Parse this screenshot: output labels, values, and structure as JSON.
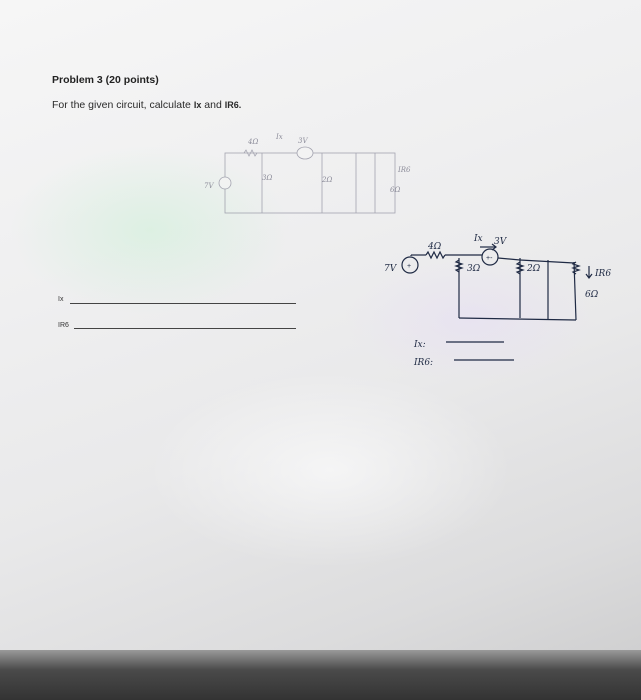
{
  "problem": {
    "title": "Problem 3 (20 points)",
    "question_text": "For the given circuit, calculate",
    "var_ix": "Ix",
    "and_text": "and",
    "var_ir6": "IR6."
  },
  "answers": {
    "ix_label": "Ix",
    "ir6_label": "IR6"
  },
  "faint_circuit": {
    "r1": "4Ω",
    "ix": "Ix",
    "v3": "3V",
    "vsrc": "7V",
    "r3": "3Ω",
    "r2": "2Ω",
    "ir6": "IR6",
    "r6": "6Ω"
  },
  "handwritten_circuit": {
    "r1": "4Ω",
    "ix": "Ix",
    "v3": "3V",
    "vsrc": "7V",
    "r3": "3Ω",
    "r2": "2Ω",
    "ir6": "IR6",
    "r6": "6Ω",
    "ans_ix": "Ix:",
    "ans_ir6": "IR6:"
  }
}
